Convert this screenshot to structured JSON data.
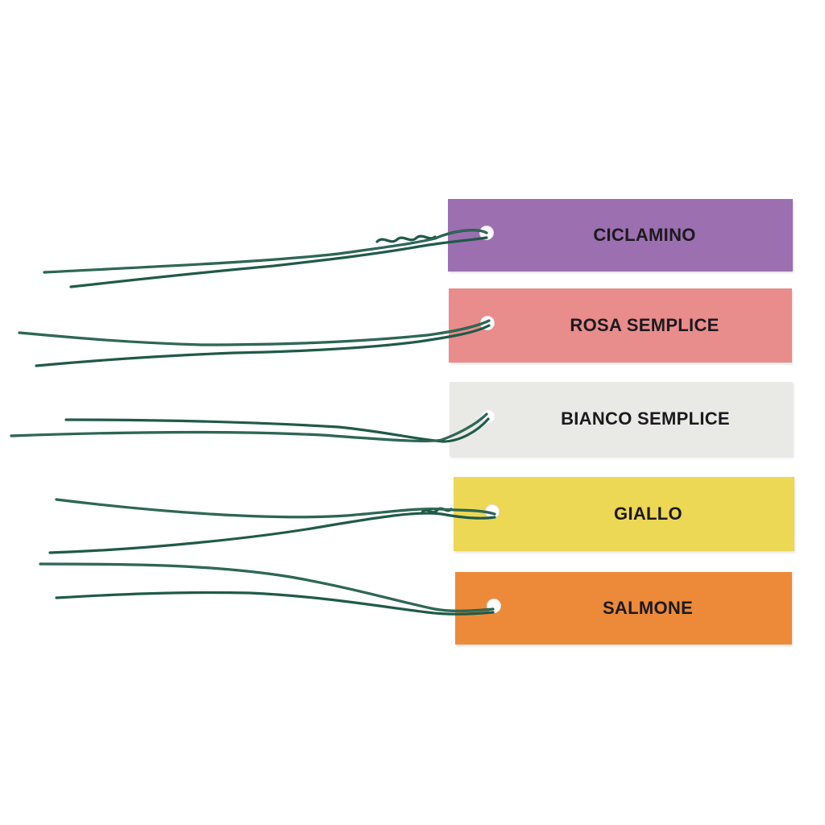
{
  "tags": [
    {
      "label": "CICLAMINO",
      "color": "#9b6fb0"
    },
    {
      "label": "ROSA SEMPLICE",
      "color": "#e88c8c"
    },
    {
      "label": "BIANCO SEMPLICE",
      "color": "#e9e9e6"
    },
    {
      "label": "GIALLO",
      "color": "#ecd855"
    },
    {
      "label": "SALMONE",
      "color": "#ec8a3a"
    }
  ],
  "colors": {
    "background": "#ffffff",
    "wire": "#1f5a48",
    "wire_highlight": "#5e9a85",
    "text": "#1c1a1e"
  }
}
